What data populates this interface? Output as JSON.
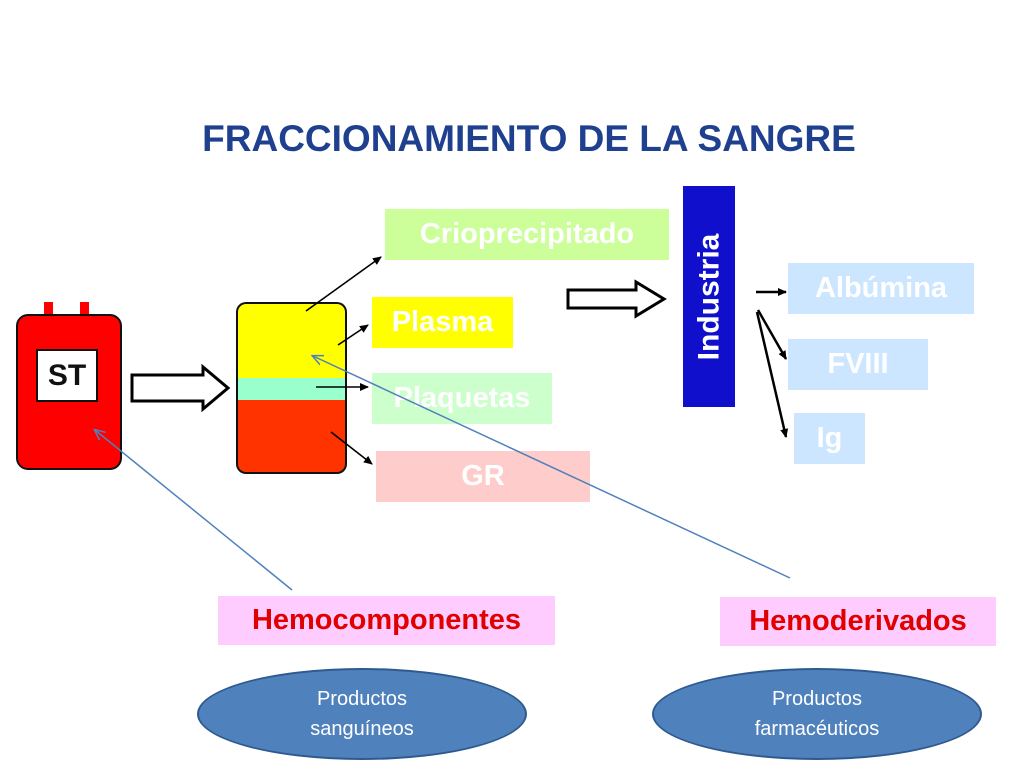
{
  "title": "FRACCIONAMIENTO DE LA SANGRE",
  "bag_label": "ST",
  "components": {
    "crioprecipitado": "Crioprecipitado",
    "plasma": "Plasma",
    "plaquetas": "Plaquetas",
    "gr": "GR"
  },
  "industria": "Industria",
  "derivados": {
    "albumina": "Albúmina",
    "fviii": "FVIII",
    "ig": "Ig"
  },
  "categories": {
    "hemocomponentes": "Hemocomponentes",
    "hemoderivados": "Hemoderivados"
  },
  "products": {
    "sanguineos_line1": "Productos",
    "sanguineos_line2": "sanguíneos",
    "farmaceuticos_line1": "Productos",
    "farmaceuticos_line2": "farmacéuticos"
  },
  "colors": {
    "title": "#1f3f8f",
    "blood_bag": "#ff0000",
    "plasma": "#ffff00",
    "platelets": "#99ffcc",
    "red_cells": "#ff3300",
    "crio_box": "#ccff99",
    "plaquetas_box": "#ccffcc",
    "gr_box": "#ffcccc",
    "industria": "#1010cc",
    "derivados_box": "#cce6ff",
    "category_box": "#ffccff",
    "ellipse": "#4f81bd"
  }
}
